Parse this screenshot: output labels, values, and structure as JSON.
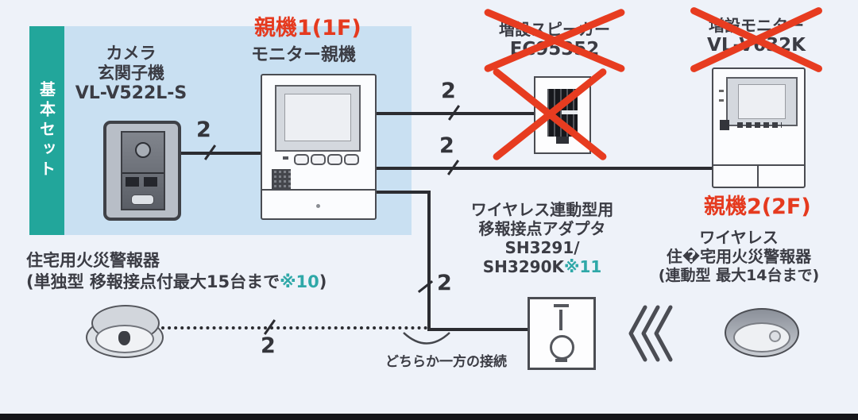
{
  "colors": {
    "accent_red": "#e53a1f",
    "ribbon_teal": "#22a69b",
    "panel_blue": "#c9e0f2",
    "note_teal": "#2fa8a8",
    "wire_dark": "#2b2c31",
    "text_dark": "#3b3c44"
  },
  "basic_set_label": "基本セット",
  "door_station": {
    "name_line1": "カメラ",
    "name_line2": "玄関子機",
    "model": "VL-V522L-S"
  },
  "main_unit_1": {
    "floor_label": "親機1(1F)",
    "name": "モニター親機"
  },
  "expansion_speaker": {
    "name": "増設スピーカー",
    "model": "EC95352"
  },
  "expansion_monitor": {
    "name": "増設モニター",
    "model": "VL-V632K"
  },
  "main_unit_2": {
    "floor_label": "親機2(2F)"
  },
  "wired_fire_alarm": {
    "title": "住宅用火災警報器",
    "detail_prefix": "(単独型 移報接点付最大15台まで",
    "note": "※10",
    "detail_suffix": ")"
  },
  "adapter": {
    "name_line1": "ワイヤレス連動型用",
    "name_line2": "移報接点アダプタ",
    "model_line1": "SH3291/",
    "model_line2": "SH3290K",
    "note": "※11"
  },
  "wireless_fire_alarm": {
    "title_line1": "ワイヤレス",
    "title_line2": "住�宅用火災警報器",
    "detail": "(連動型 最大14台まで)"
  },
  "connection_note": "どちらか一方の接続",
  "wire_labels": {
    "door_to_main": "2",
    "main_to_speaker": "2",
    "main_to_monitor2": "2",
    "main_to_adapter": "2",
    "alarm_dotted": "2"
  }
}
